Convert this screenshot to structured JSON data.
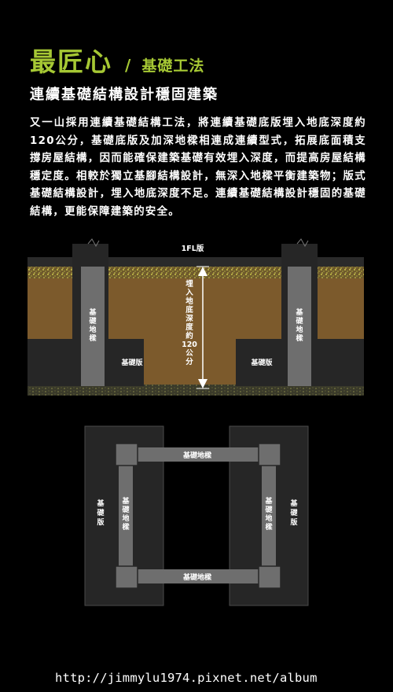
{
  "colors": {
    "accent": "#a6c834",
    "soil": "#7c5a2c",
    "grass": "#a9a53f",
    "pad": "#262626",
    "beam": "#6e6e6e",
    "background": "#000000"
  },
  "header": {
    "title_main": "最匠心",
    "title_slash": "/",
    "title_sub": "基礎工法",
    "subtitle": "連續基礎結構設計穩固建築"
  },
  "body_text": "又一山採用連續基礎結構工法，將連續基礎底版埋入地底深度約120公分，基礎底版及加深地樑相連成連續型式，拓展底面積支撐房屋結構，因而能確保建築基礎有效埋入深度，而提高房屋結構穩定度。相較於獨立基腳結構設計，無深入地樑平衡建築物；版式基礎結構設計，埋入地底深度不足。連續基礎結構設計穩固的基礎結構，更能保障建築的安全。",
  "section_diagram": {
    "floor_label": "1FL版",
    "beam_label": "基礎地樑",
    "slab_label": "基礎版",
    "depth_label": [
      "埋",
      "入",
      "地",
      "底",
      "深",
      "度",
      "約",
      "120",
      "公",
      "分"
    ]
  },
  "plan_diagram": {
    "beam_label": "基礎地樑",
    "slab_label": "基礎版"
  },
  "watermark": "http://jimmylu1974.pixnet.net/album"
}
